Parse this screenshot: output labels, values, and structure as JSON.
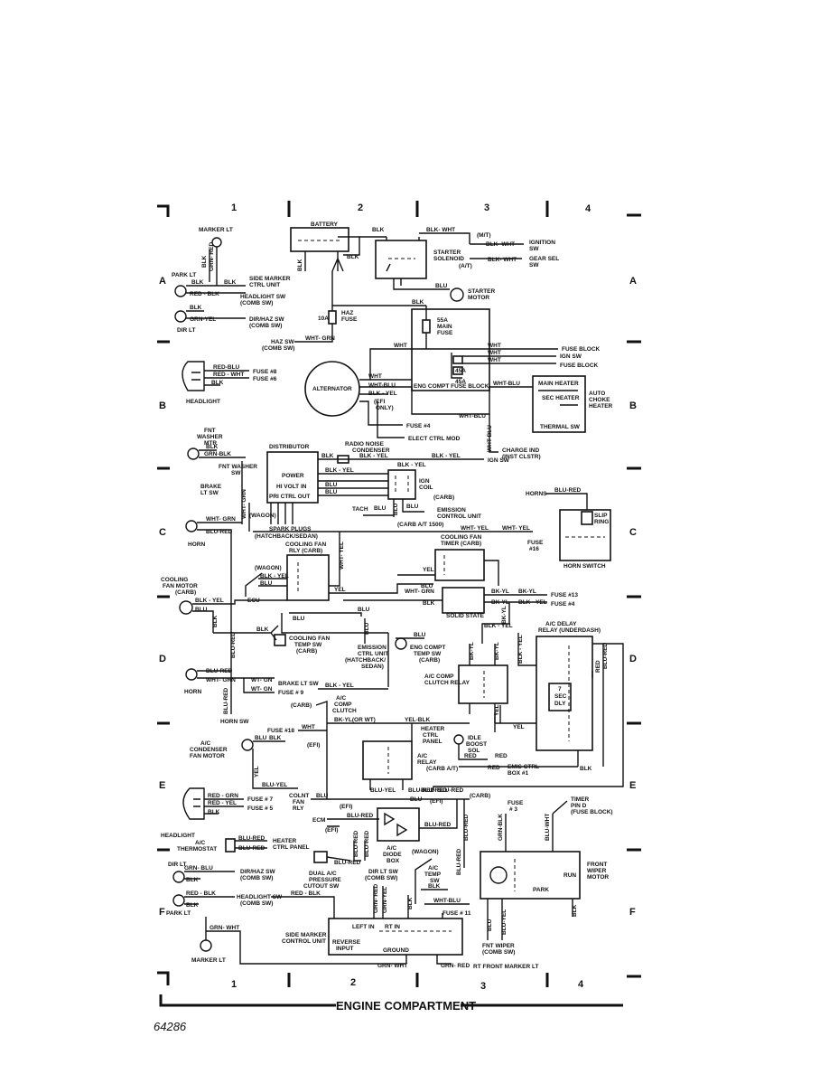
{
  "grid": {
    "columns": [
      "1",
      "2",
      "3",
      "4"
    ],
    "rows": [
      "A",
      "B",
      "C",
      "D",
      "E",
      "F"
    ]
  },
  "title": "ENGINE COMPARTMENT",
  "figure_number": "64286",
  "components": {
    "marker_lt": "MARKER LT",
    "park_lt": "PARK LT",
    "side_marker_ctrl": [
      "SIDE MARKER",
      "CTRL UNIT"
    ],
    "headlight_sw": [
      "HEADLIGHT SW",
      "(COMB SW)"
    ],
    "dir_haz_sw": [
      "DIR/HAZ SW",
      "(COMB SW)"
    ],
    "dir_lt": "DIR LT",
    "battery": "BATTERY",
    "starter_solenoid": [
      "STARTER",
      "SOLENOID"
    ],
    "ignition_sw": [
      "IGNITION",
      "SW"
    ],
    "gear_sel_sw": [
      "GEAR SEL",
      "SW"
    ],
    "starter_motor": [
      "STARTER",
      "MOTOR"
    ],
    "mt": "(M/T)",
    "at": "(A/T)",
    "haz_fuse": [
      "HAZ",
      "FUSE"
    ],
    "fuse_10a": "10A",
    "haz_sw": [
      "HAZ SW",
      "(COMB SW)"
    ],
    "main_fuse": [
      "55A",
      "MAIN",
      "FUSE"
    ],
    "fuse_block": "FUSE BLOCK",
    "ign_sw": "IGN SW",
    "fuse_45a": "45A",
    "eng_compt_fuse_block": "ENG COMPT FUSE BLOCK",
    "headlight": "HEADLIGHT",
    "fuse_8": "FUSE #8",
    "fuse_6": "FUSE #6",
    "alternator": "ALTERNATOR",
    "efi_only": [
      "(EFI",
      "ONLY)"
    ],
    "fuse_4": "FUSE #4",
    "elect_ctrl_mod": "ELECT CTRL  MOD",
    "main_heater": "MAIN HEATER",
    "sec_heater": "SEC HEATER",
    "auto_choke_heater": [
      "AUTO",
      "CHOKE",
      "HEATER"
    ],
    "thermal_sw": "THERMAL SW",
    "charge_ind": [
      "CHARGE IND",
      "(INST CLSTR)"
    ],
    "fnt_washer_mtr": [
      "FNT",
      "WASHER",
      "MTR"
    ],
    "fnt_washer_sw": [
      "FNT WASHER",
      "SW"
    ],
    "distributor": "DISTRIBUTOR",
    "radio_noise_condenser": [
      "RADIO NOISE",
      "CONDENSER"
    ],
    "power": "POWER",
    "hi_volt_in": "HI  VOLT IN",
    "pri_ctrl_out": "PRI CTRL OUT",
    "ign_coil": [
      "IGN",
      "COIL"
    ],
    "brake_lt_sw": [
      "BRAKE",
      "LT SW"
    ],
    "wagon": "(WAGON)",
    "spark_plugs": "SPARK PLUGS",
    "hatchback_sedan": "(HATCHBACK/SEDAN)",
    "tach": "TACH",
    "carb": "(CARB)",
    "emission_control_unit": [
      "EMISSION",
      "CONTROL UNIT"
    ],
    "carb_at_1500": "(CARB A/T 1500)",
    "horns": "HORNS",
    "slip_ring": [
      "SLIP",
      "RING"
    ],
    "horn_switch": "HORN SWITCH",
    "horn": "HORN",
    "fuse_16": [
      "FUSE",
      "#16"
    ],
    "cooling_fan_rly": [
      "COOLING FAN",
      "RLY (CARB)"
    ],
    "cooling_fan_timer": [
      "COOLING FAN",
      "TIMER (CARB)"
    ],
    "cooling_fan_motor": [
      "COOLING",
      "FAN MOTOR",
      "(CARB)"
    ],
    "ecu": "ECU",
    "solid_state": "SOLID STATE",
    "fuse_13": "FUSE #13",
    "cooling_fan_temp_sw": [
      "COOLING FAN",
      "TEMP SW",
      "(CARB)"
    ],
    "emission_ctrl_unit": [
      "EMISSION",
      "CTRL UNIT",
      "(HATCHBACK/",
      "SEDAN)"
    ],
    "eng_compt_temp_sw": [
      "ENG COMPT",
      "TEMP SW",
      "(CARB)"
    ],
    "ac_delay_relay": [
      "A/C DELAY",
      "RELAY (UNDERDASH)"
    ],
    "sec_dly": [
      "7",
      "SEC",
      "DLY"
    ],
    "ac_comp_clutch_relay": [
      "A/C COMP",
      "CLUTCH RELAY"
    ],
    "brake_lt_sw2": "BRAKE LT SW",
    "fuse_9": "FUSE # 9",
    "horn_sw": "HORN SW",
    "ac_comp_clutch": [
      "A/C",
      "COMP",
      "CLUTCH"
    ],
    "fuse_18": "FUSE #18",
    "efi": "(EFI)",
    "ac_condenser_fan_motor": [
      "A/C",
      "CONDENSER",
      "FAN MOTOR"
    ],
    "heater_ctrl_panel": [
      "HEATER",
      "CTRL",
      "PANEL"
    ],
    "idle_boost_sol": [
      "IDLE",
      "BOOST",
      "SOL"
    ],
    "ac_relay": [
      "A/C",
      "RELAY"
    ],
    "carb_at": "(CARB A/T)",
    "emis_ctrl_box": [
      "EMIS CTRL",
      "BOX #1"
    ],
    "fuse_7": "FUSE # 7",
    "fuse_5": "FUSE # 5",
    "coolnt_fan_rly": [
      "COLNT",
      "FAN",
      "RLY"
    ],
    "ecm": "ECM",
    "headlight_ac_thermostat": [
      "HEADLIGHT",
      "A/C",
      "THERMOSTAT"
    ],
    "heater_ctrl_panel2": [
      "HEATER",
      "CTRL PANEL"
    ],
    "ac_diode_box": [
      "A/C",
      "DIODE",
      "BOX"
    ],
    "dual_ac_pressure": [
      "DUAL A/C",
      "PRESSURE",
      "CUTOUT SW"
    ],
    "dir_lt_sw": [
      "DIR LT SW",
      "(COMB SW)"
    ],
    "ac_temp_sw": [
      "A/C",
      "TEMP",
      "SW"
    ],
    "fuse_3": [
      "FUSE",
      "# 3"
    ],
    "timer": [
      "TIMER",
      "PIN D",
      "(FUSE BLOCK)"
    ],
    "front_wiper_motor": [
      "FRONT",
      "WIPER",
      "MOTOR"
    ],
    "run": "RUN",
    "park": "PARK",
    "fuse_11": "FUSE # 11",
    "side_marker_control_unit": [
      "SIDE MARKER",
      "CONTROL UNIT"
    ],
    "left_in": "LEFT IN",
    "rt_in": "RT IN",
    "reverse_input": [
      "REVERSE",
      "INPUT"
    ],
    "ground": "GROUND",
    "fnt_wiper": [
      "FNT WIPER",
      "(COMB SW)"
    ],
    "rt_front_marker_lt": "RT FRONT MARKER LT",
    "dir_lt2": "DIR LT",
    "park_lt2": "PARK LT",
    "marker_lt2": "MARKER LT"
  },
  "wires": {
    "blk": "BLK",
    "red_blk": "RED - BLK",
    "grn_yel": "GRN-YEL",
    "grn_red": "GRN- RED",
    "blk_wht": "BLK- WHT",
    "blu": "BLU",
    "wht_grn": "WHT- GRN",
    "wht": "WHT",
    "wht_blu": "WHT-BLU",
    "blk_yel": "BLK - YEL",
    "red_blu": "RED-BLU",
    "red_wht": "RED - WHT",
    "grn_blk": "GRN-BLK",
    "blu_red": "BLU-RED",
    "wht_yel": "WHT- YEL",
    "blu_blk": "BLU - BLK",
    "bk_yl": "BK-YL",
    "bk_yl_or_wt": "BK-YL(OR WT)",
    "yel_blk": "YEL-BLK",
    "blu_yel": "BLU-YEL",
    "red": "RED",
    "yel": "YEL",
    "red_grn": "RED - GRN",
    "red_yel": "RED - YEL",
    "grn_blu": "GRN- BLU",
    "grn_wht": "GRN- WHT",
    "grn_red2": "GRN- RED",
    "wt_gn": "WT- GN",
    "blu_wht": "BLU-WHT",
    "wht_blu2": "WHT-BLU"
  }
}
